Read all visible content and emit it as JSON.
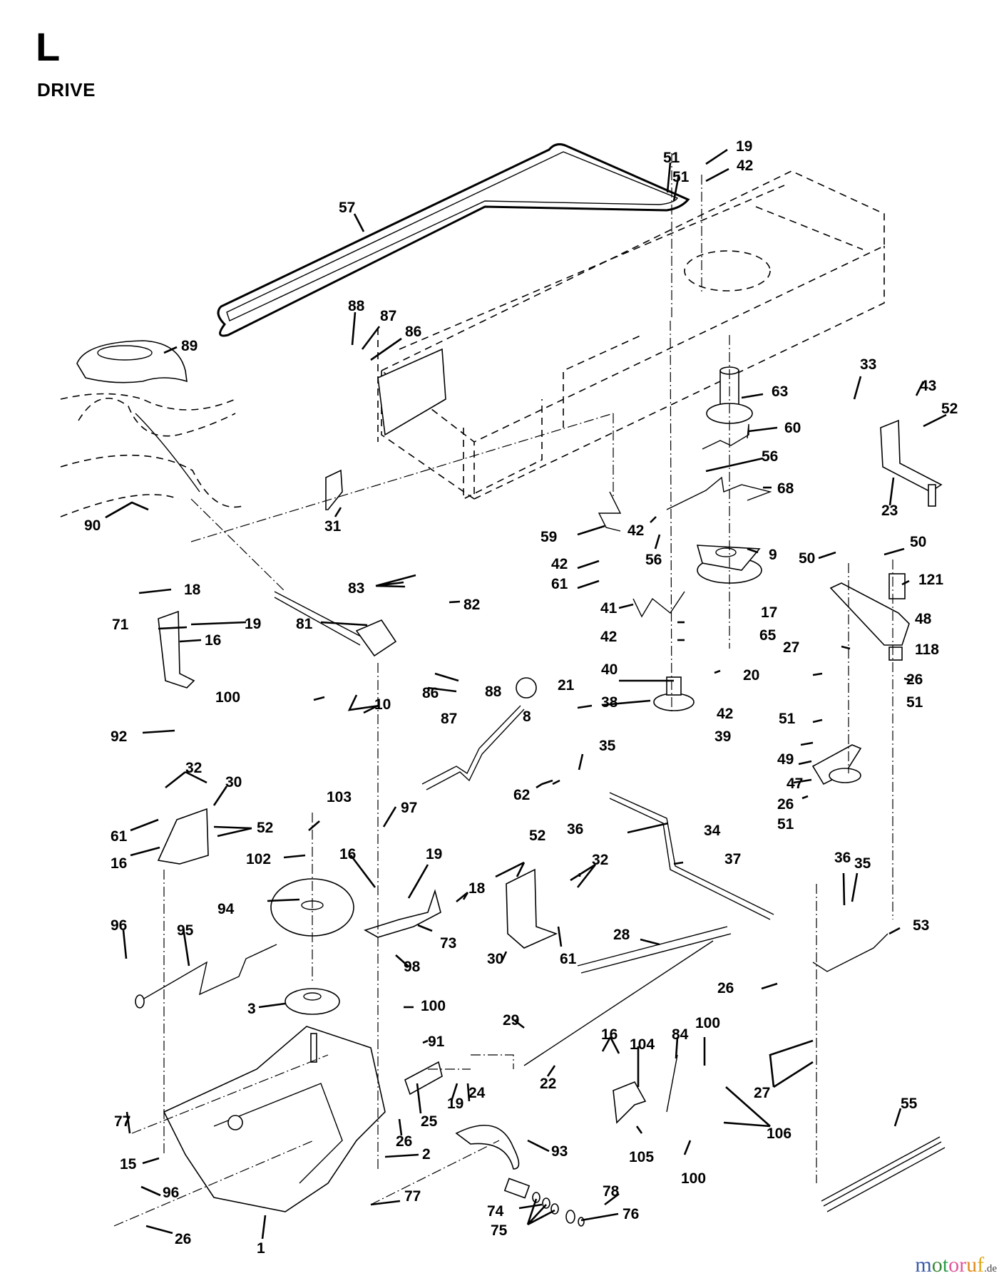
{
  "header": {
    "section_letter": "L",
    "section_title": "DRIVE"
  },
  "watermark": {
    "letters": [
      {
        "ch": "m",
        "color": "#3b5ba8"
      },
      {
        "ch": "o",
        "color": "#3b8a3b"
      },
      {
        "ch": "t",
        "color": "#2a9d4a"
      },
      {
        "ch": "o",
        "color": "#e0589a"
      },
      {
        "ch": "r",
        "color": "#e0589a"
      },
      {
        "ch": "u",
        "color": "#e08a1c"
      },
      {
        "ch": "f",
        "color": "#e0a81c"
      }
    ],
    "suffix": ".de"
  },
  "parts": {
    "p57": "57",
    "p51a": "51",
    "p51b": "51",
    "p19a": "19",
    "p42a": "42",
    "p88a": "88",
    "p87a": "87",
    "p86a": "86",
    "p89": "89",
    "p63": "63",
    "p33": "33",
    "p43": "43",
    "p52a": "52",
    "p60": "60",
    "p56a": "56",
    "p68": "68",
    "p23": "23",
    "p90": "90",
    "p31": "31",
    "p59": "59",
    "p42b": "42",
    "p56b": "56",
    "p9": "9",
    "p42c": "42",
    "p61a": "61",
    "p50a": "50",
    "p50b": "50",
    "p121": "121",
    "p83": "83",
    "p82": "82",
    "p18a": "18",
    "p19b": "19",
    "p71": "71",
    "p16a": "16",
    "p81": "81",
    "p41": "41",
    "p17": "17",
    "p42d": "42",
    "p65": "65",
    "p48": "48",
    "p27a": "27",
    "p118": "118",
    "p40": "40",
    "p20": "20",
    "p86b": "86",
    "p88b": "88",
    "p87b": "87",
    "p21": "21",
    "p8": "8",
    "p100a": "100",
    "p92": "92",
    "p10": "10",
    "p38": "38",
    "p42e": "42",
    "p26a": "26",
    "p51c": "51",
    "p51d": "51",
    "p39": "39",
    "p35a": "35",
    "p49": "49",
    "p47": "47",
    "p26b": "26",
    "p51e": "51",
    "p32a": "32",
    "p30a": "30",
    "p61b": "61",
    "p52b": "52",
    "p16b": "16",
    "p103": "103",
    "p102": "102",
    "p97": "97",
    "p62": "62",
    "p36a": "36",
    "p34": "34",
    "p37": "37",
    "p52c": "52",
    "p32b": "32",
    "p16c": "16",
    "p19c": "19",
    "p18b": "18",
    "p36b": "36",
    "p35b": "35",
    "p94": "94",
    "p73": "73",
    "p30b": "30",
    "p61c": "61",
    "p53": "53",
    "p96a": "96",
    "p95": "95",
    "p98": "98",
    "p28": "28",
    "p26c": "26",
    "p3": "3",
    "p100b": "100",
    "p29": "29",
    "p91": "91",
    "p16d": "16",
    "p84": "84",
    "p100c": "100",
    "p104": "104",
    "p19d": "19",
    "p24": "24",
    "p22": "22",
    "p27b": "27",
    "p55": "55",
    "p77a": "77",
    "p25": "25",
    "p26d": "26",
    "p93": "93",
    "p106": "106",
    "p105": "105",
    "p100d": "100",
    "p15": "15",
    "p2": "2",
    "p96b": "96",
    "p77b": "77",
    "p78": "78",
    "p74": "74",
    "p76": "76",
    "p75": "75",
    "p26e": "26",
    "p1": "1"
  }
}
